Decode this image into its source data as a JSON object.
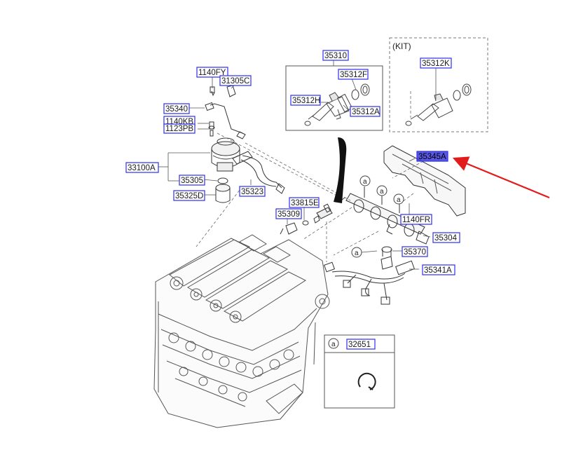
{
  "diagram": {
    "kit_label": "(KIT)",
    "callout_letter": "a",
    "colors": {
      "label_border": "#2e2ef0",
      "label_fill": "#ffffff",
      "label_highlight_fill": "#3b3bdc",
      "pointer_arrow": "#e31b1b",
      "line": "#555555"
    },
    "part_labels": [
      {
        "id": "p-1140fy",
        "text": "1140FY"
      },
      {
        "id": "p-31305c",
        "text": "31305C"
      },
      {
        "id": "p-35340",
        "text": "35340"
      },
      {
        "id": "p-1140kb",
        "text": "1140KB"
      },
      {
        "id": "p-1123pb",
        "text": "1123PB"
      },
      {
        "id": "p-33100a",
        "text": "33100A"
      },
      {
        "id": "p-35305",
        "text": "35305"
      },
      {
        "id": "p-35323",
        "text": "35323"
      },
      {
        "id": "p-35325d",
        "text": "35325D"
      },
      {
        "id": "p-33815e",
        "text": "33815E"
      },
      {
        "id": "p-35309",
        "text": "35309"
      },
      {
        "id": "p-35310",
        "text": "35310"
      },
      {
        "id": "p-35312f",
        "text": "35312F"
      },
      {
        "id": "p-35312h",
        "text": "35312H"
      },
      {
        "id": "p-35312a",
        "text": "35312A"
      },
      {
        "id": "p-35312k",
        "text": "35312K"
      },
      {
        "id": "p-35345a",
        "text": "35345A",
        "highlighted": true
      },
      {
        "id": "p-1140fr",
        "text": "1140FR"
      },
      {
        "id": "p-35304",
        "text": "35304"
      },
      {
        "id": "p-35370",
        "text": "35370"
      },
      {
        "id": "p-35341a",
        "text": "35341A"
      },
      {
        "id": "p-32651",
        "text": "32651"
      }
    ]
  }
}
